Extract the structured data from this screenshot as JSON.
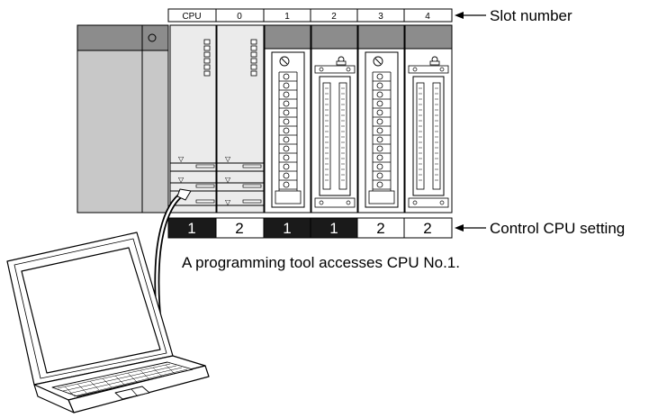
{
  "slots": {
    "labels": [
      "CPU",
      "0",
      "1",
      "2",
      "3",
      "4"
    ],
    "callout": "Slot number"
  },
  "control_cpu": {
    "values": [
      "1",
      "2",
      "1",
      "1",
      "2",
      "2"
    ],
    "highlighted": [
      true,
      false,
      true,
      true,
      false,
      false
    ],
    "callout": "Control CPU setting"
  },
  "caption": "A programming tool accesses CPU No.1.",
  "colors": {
    "module_dark": "#8c8c8c",
    "module_light": "#c8c8c8",
    "cpu_body": "#ebebeb",
    "highlight_cell": "#1a1a1a"
  }
}
